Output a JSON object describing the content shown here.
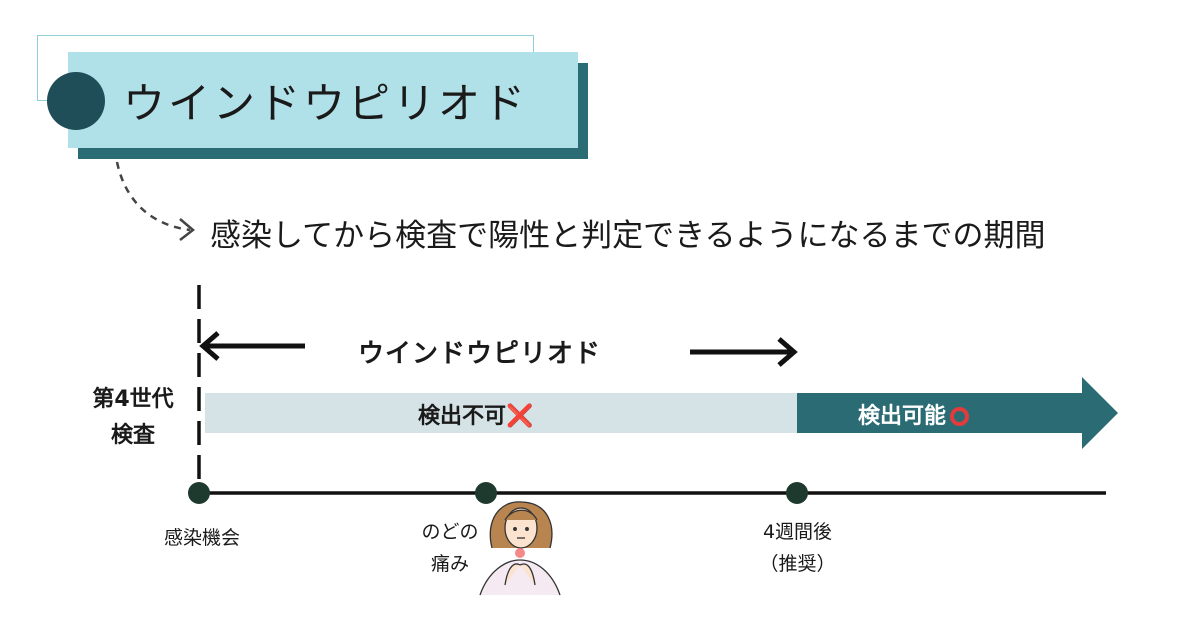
{
  "title": "ウインドウピリオド",
  "subtitle": "感染してから検査で陽性と判定できるようになるまでの期間",
  "diagram": {
    "period_label": "ウインドウピリオド",
    "test_generation": "第4世代\n検査",
    "test_generation_line1": "第4世代",
    "test_generation_line2": "検査",
    "undetectable_label": "検出不可",
    "undetectable_mark": "❌",
    "detectable_label": "検出可能",
    "timeline": {
      "point1": "感染機会",
      "point2_line1": "のどの",
      "point2_line2": "痛み",
      "point3_line1": "4週間後",
      "point3_line2": "（推奨）"
    }
  },
  "colors": {
    "title_bg": "#b1e1e8",
    "title_shadow": "#2b6c74",
    "title_dot": "#1f4e58",
    "bar_light": "#d5e2e6",
    "arrow_dark": "#2b6c74",
    "timeline_dot": "#1e3a2e",
    "mark_red": "#e23b3b"
  }
}
